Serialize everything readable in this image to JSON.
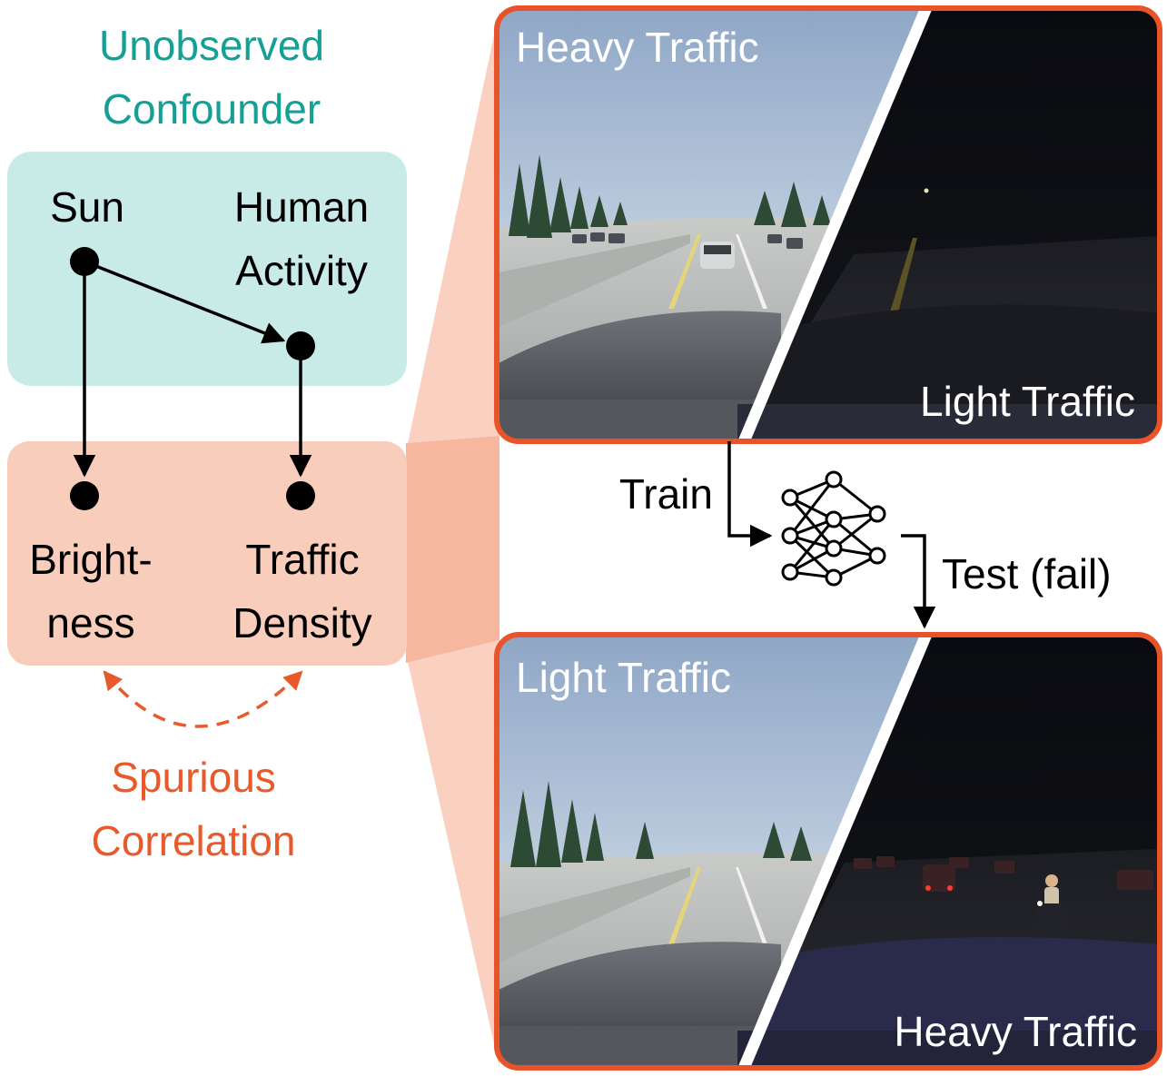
{
  "colors": {
    "confounder_teal": "#14a095",
    "confounder_bg": "#c8ebe8",
    "observed_bg": "#f9cdbc",
    "spurious_orange": "#e8592b",
    "frame_orange": "#e8532a",
    "zoom_fill": "#f6a98d"
  },
  "confounder_title": {
    "line1": "Unobserved",
    "line2": "Confounder"
  },
  "nodes": {
    "sun": "Sun",
    "human_activity": {
      "line1": "Human",
      "line2": "Activity"
    },
    "brightness": {
      "line1": "Bright-",
      "line2": "ness"
    },
    "traffic_density": {
      "line1": "Traffic",
      "line2": "Density"
    }
  },
  "spurious": {
    "line1": "Spurious",
    "line2": "Correlation"
  },
  "train_panel": {
    "day_label": "Heavy Traffic",
    "night_label": "Light Traffic"
  },
  "test_panel": {
    "day_label": "Light Traffic",
    "night_label": "Heavy Traffic"
  },
  "flow": {
    "train": "Train",
    "test": "Test (fail)"
  },
  "icons": [
    "neural-network-icon"
  ]
}
